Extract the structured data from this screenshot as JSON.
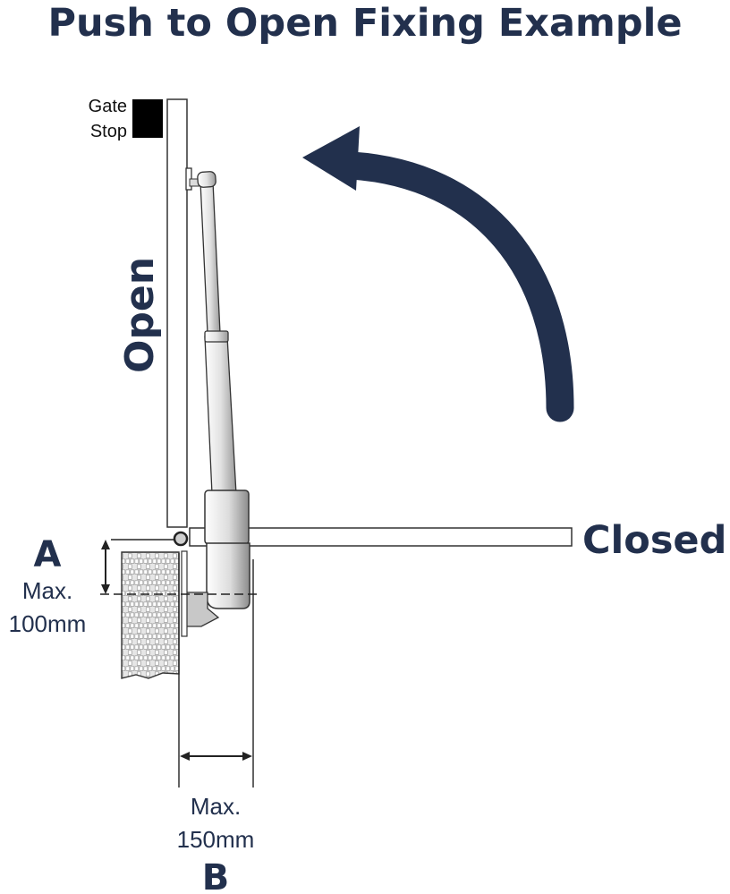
{
  "title": "Push to Open Fixing Example",
  "labels": {
    "gate_stop_line1": "Gate",
    "gate_stop_line2": "Stop",
    "open": "Open",
    "closed": "Closed"
  },
  "dimension_a": {
    "letter": "A",
    "line1": "Max.",
    "line2": "100mm"
  },
  "dimension_b": {
    "line1": "Max.",
    "line2": "150mm",
    "letter": "B"
  },
  "colors": {
    "navy": "#22304d",
    "outline": "#333333",
    "ram_light": "#f2f2f2",
    "ram_dark": "#9a9a9a",
    "wall_fill": "#e6e6e6"
  }
}
